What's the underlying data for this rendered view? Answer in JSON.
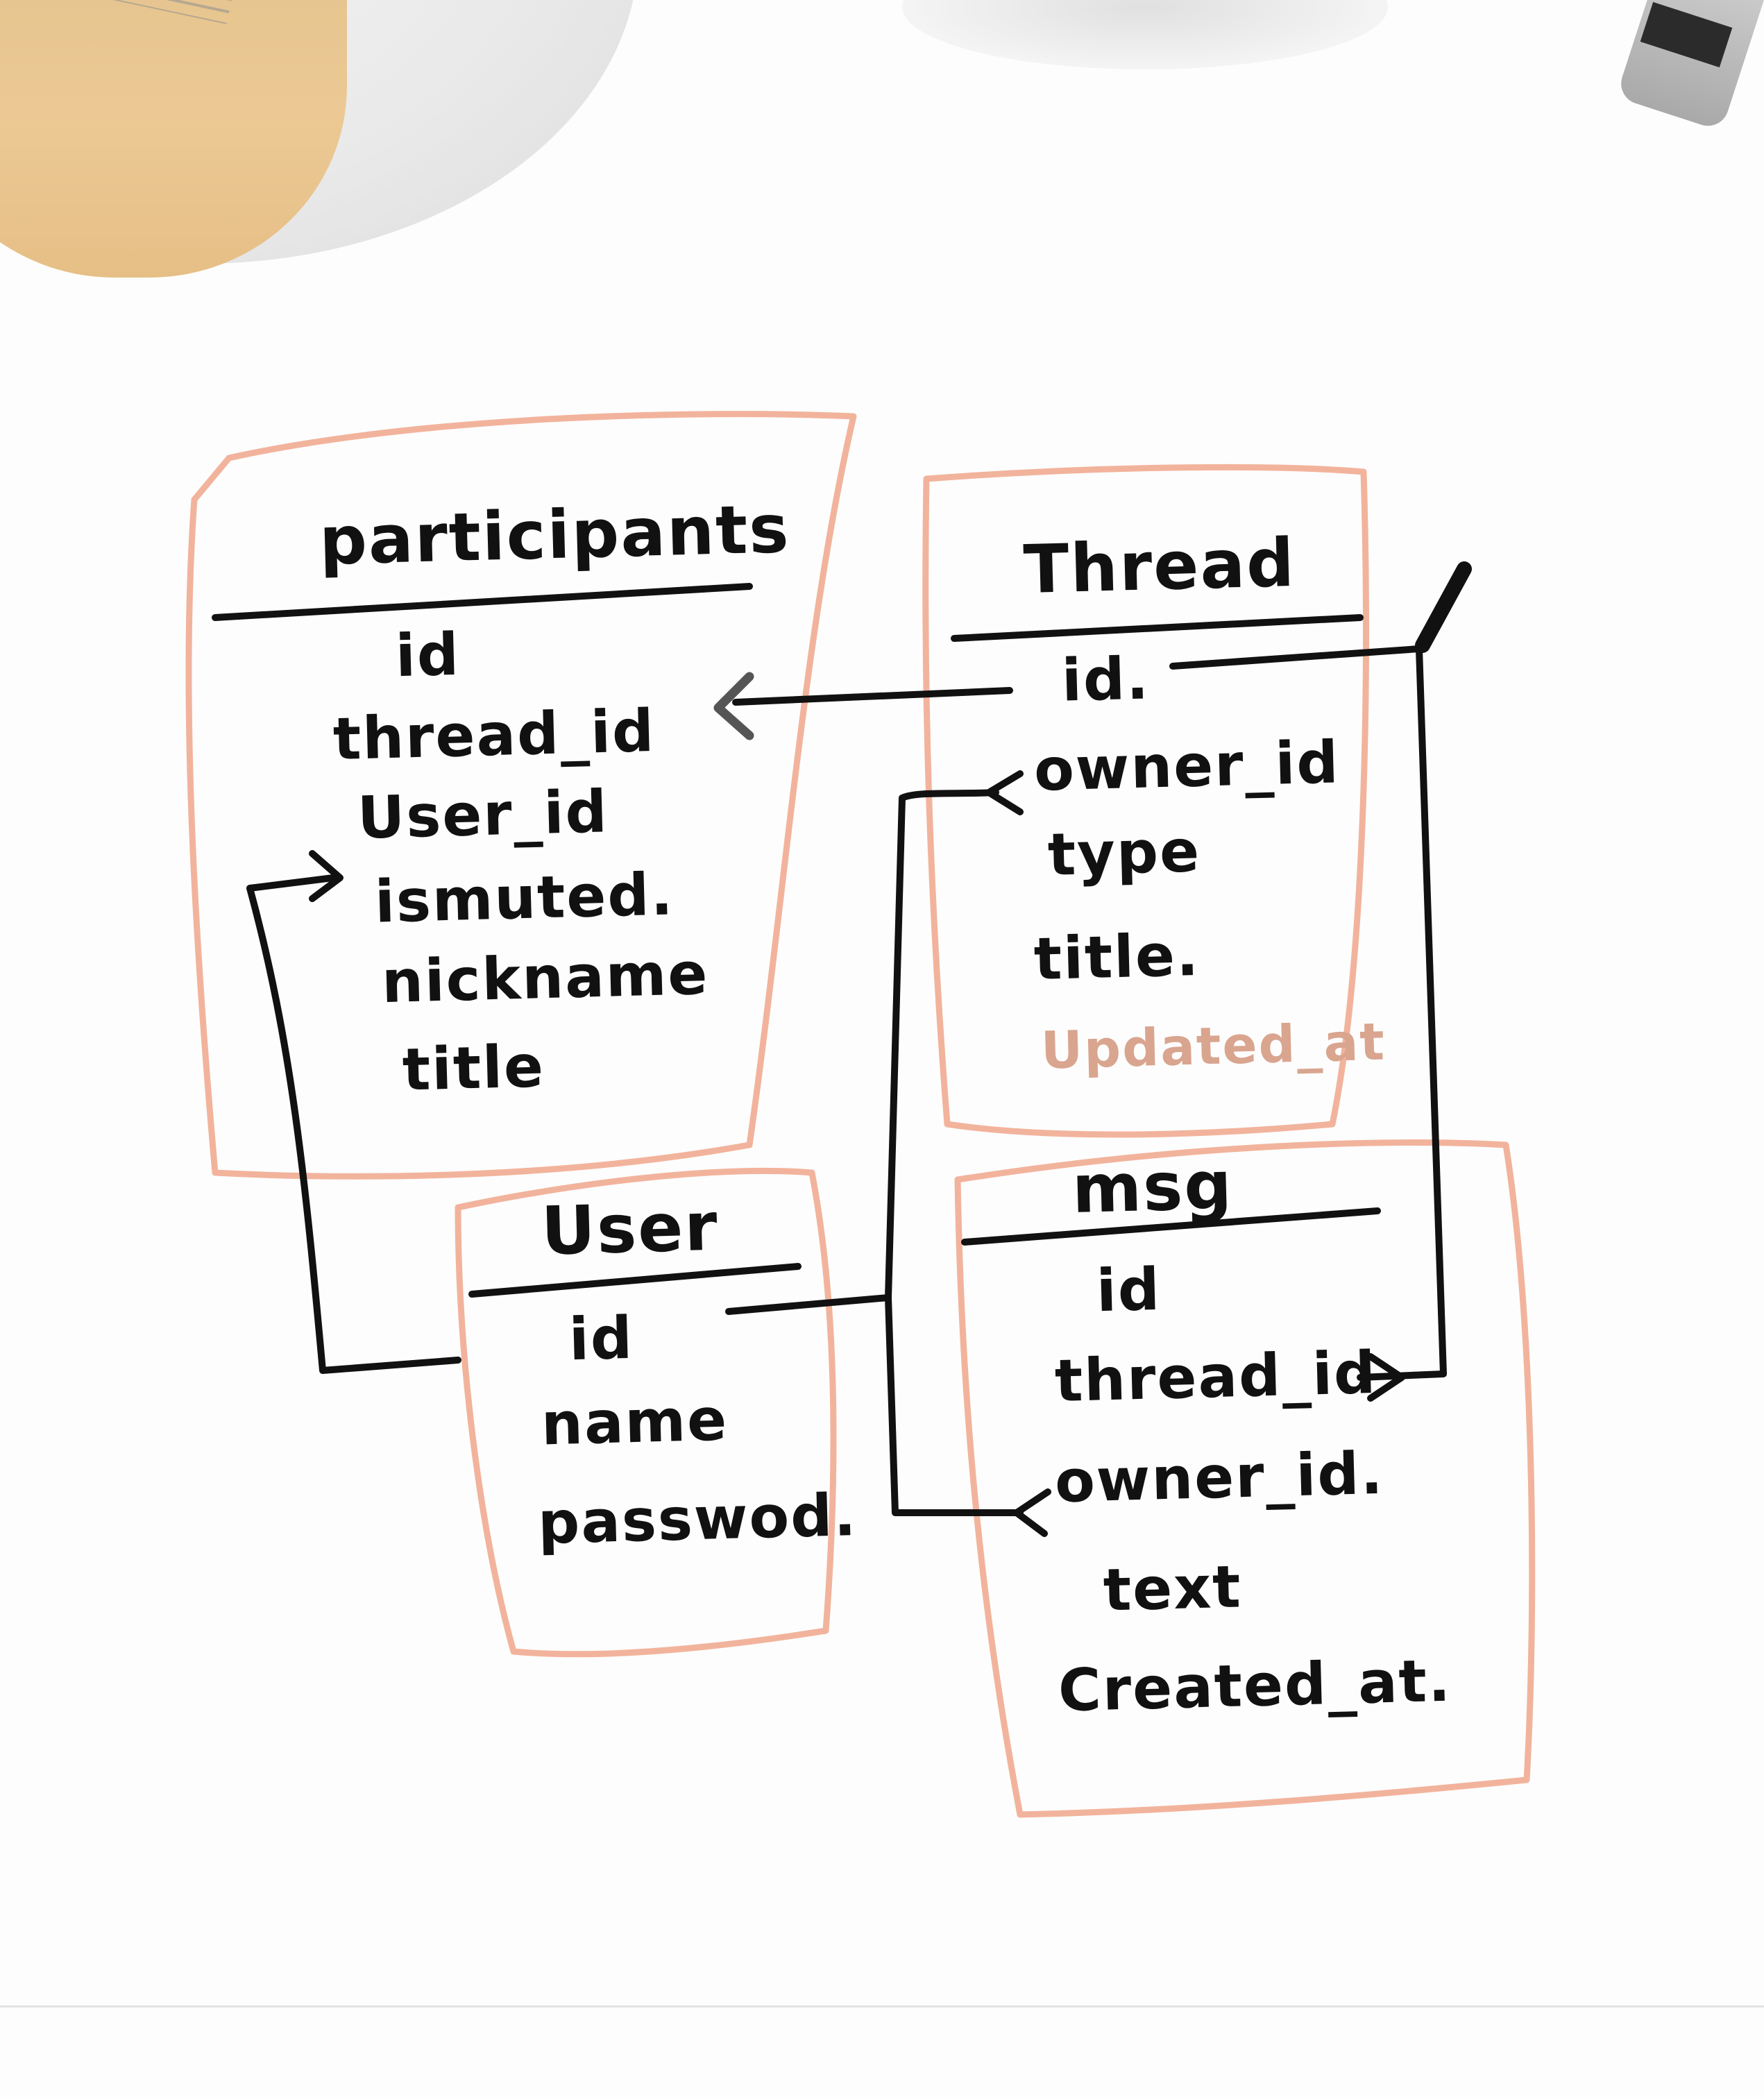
{
  "tables": {
    "participants": {
      "title": "participants",
      "fields": [
        "id",
        "thread_id",
        "User_id",
        "ismuted.",
        "nickname",
        "title"
      ]
    },
    "thread": {
      "title": "Thread",
      "fields": [
        "id.",
        "owner_id",
        "type",
        "title.",
        "Updated_at"
      ]
    },
    "user": {
      "title": "User",
      "fields": [
        "id",
        "name",
        "passwod."
      ]
    },
    "msg": {
      "title": "msg",
      "fields": [
        "id",
        "thread_id",
        "owner_id.",
        "text",
        "Created_at."
      ]
    }
  },
  "colors": {
    "ink": "#111111",
    "box_outline": "#f2b39c",
    "added_field": "#d9a58f"
  }
}
